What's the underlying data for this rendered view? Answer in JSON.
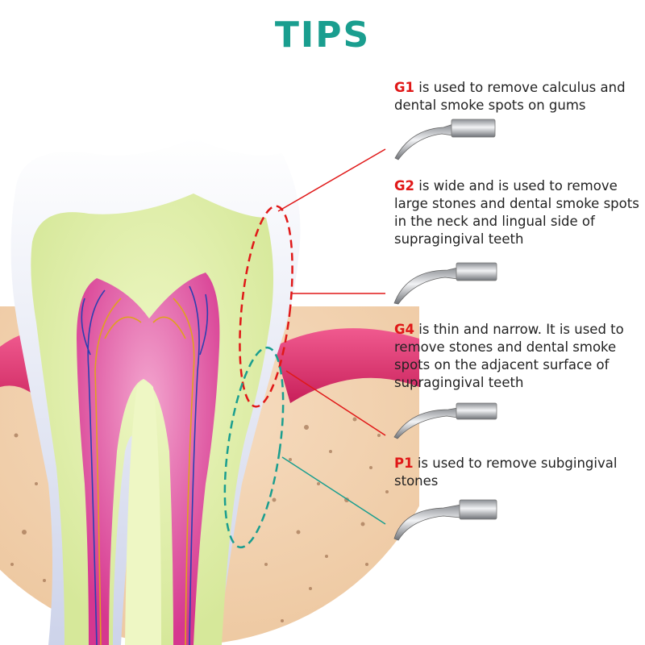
{
  "title": "TIPS",
  "colors": {
    "title": "#1a9e8f",
    "tip_code": "#e01818",
    "callout_red": "#e01818",
    "callout_teal": "#1a9e8f"
  },
  "tips": [
    {
      "code": "G1",
      "text": " is used to remove calculus and dental smoke spots on gums"
    },
    {
      "code": "G2",
      "text": " is wide and is used to remove large stones and dental smoke spots in the neck and lingual side of supragingival teeth"
    },
    {
      "code": "G4",
      "text": " is thin and narrow. It is used to remove stones and dental smoke spots on the adjacent surface of supragingival teeth"
    },
    {
      "code": "P1",
      "text": " is used to remove subgingival stones"
    }
  ],
  "icons": [
    "scaler-tip-g1-icon",
    "scaler-tip-g2-icon",
    "scaler-tip-g4-icon",
    "scaler-tip-p1-icon"
  ]
}
